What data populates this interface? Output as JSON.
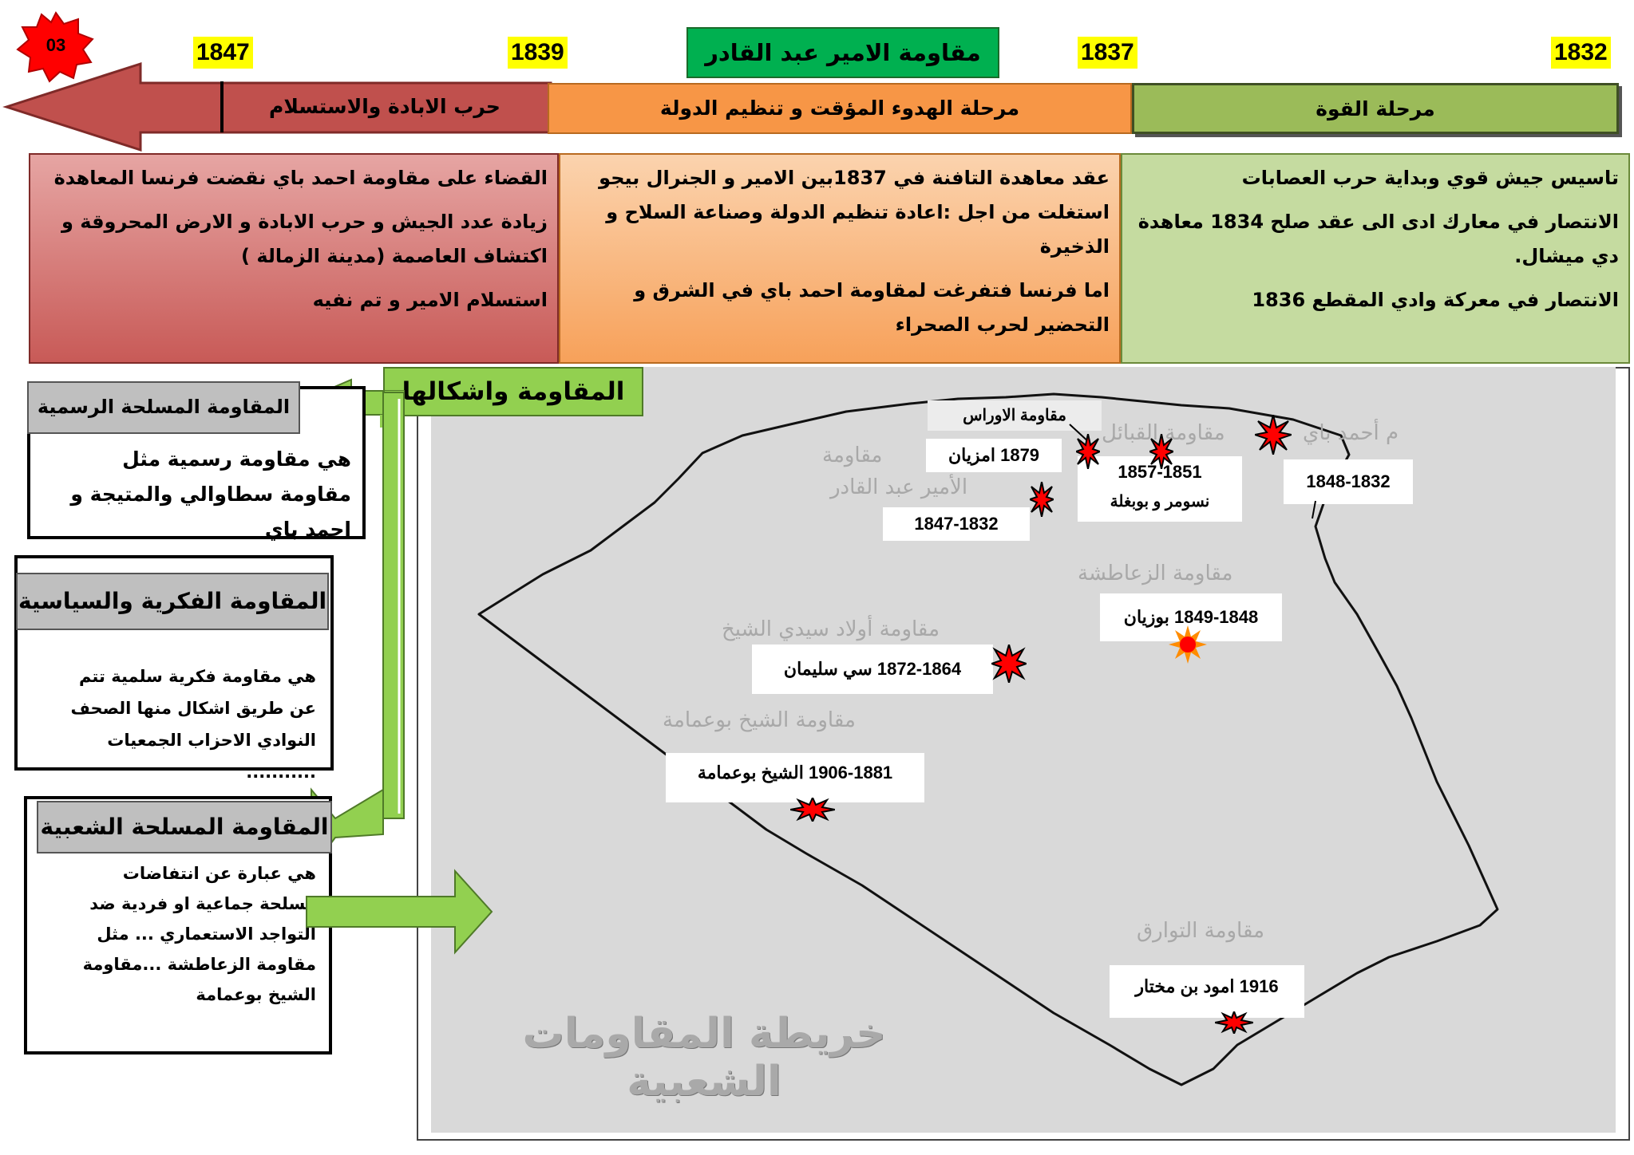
{
  "badge": "03",
  "title": "مقاومة الامير عبد القادر",
  "years": [
    "1832",
    "1837",
    "1839",
    "1847"
  ],
  "phases": [
    {
      "label": "مرحلة القوة",
      "color": "#9bbb59"
    },
    {
      "label": "مرحلة الهدوء المؤقت و تنظيم الدولة",
      "color": "#f79646"
    },
    {
      "label": "حرب الابادة والاستسلام",
      "color": "#c0504d"
    }
  ],
  "descriptions": {
    "strength": [
      "تاسيس جيش قوي وبداية حرب العصابات",
      "الانتصار في معارك ادى الى عقد صلح 1834 معاهدة دي ميشال.",
      "الانتصار في معركة وادي المقطع 1836"
    ],
    "calm": [
      "عقد معاهدة التافنة في 1837بين الامير و الجنرال بيجو استغلت من اجل :اعادة تنظيم الدولة وصناعة السلاح و الذخيرة",
      "اما فرنسا فتفرغت لمقاومة احمد باي في الشرق و التحضير لحرب الصحراء"
    ],
    "war": [
      "القضاء على مقاومة احمد باي نقضت فرنسا المعاهدة",
      "زيادة عدد الجيش و حرب الابادة و الارض المحروقة و اكتشاف العاصمة (مدينة الزمالة )",
      "استسلام الامير و تم نفيه"
    ]
  },
  "forms": {
    "header": "المقاومة واشكالها",
    "official": {
      "title": "المقاومة المسلحة الرسمية",
      "text": "هي مقاومة رسمية مثل مقاومة سطاوالي والمتيجة و احمد باي"
    },
    "intellectual": {
      "title": "المقاومة الفكرية والسياسية",
      "text": "هي مقاومة فكرية سلمية تتم عن طريق اشكال منها الصحف النوادي الاحزاب الجمعيات ..........."
    },
    "popular": {
      "title": "المقاومة المسلحة الشعبية",
      "text": "هي عبارة عن انتفاضات مسلحة جماعية او فردية ضد التواجد الاستعماري ... مثل مقاومة الزعاطشة ...مقاومة الشيخ بوعمامة"
    }
  },
  "map": {
    "title": "خريطة المقاومات الشعبية",
    "ghost_labels": [
      "مقاومة",
      "الأمير عبد القادر",
      "مقاومة القبائل",
      "م أحمد باي",
      "مقاومة الزعاطشة",
      "مقاومة أولاد سيدي الشيخ",
      "مقاومة الشيخ بوعمامة",
      "مقاومة التوارق"
    ],
    "aures_label": "مقاومة الاوراس",
    "labels": [
      "1879 امزيان",
      "1857-1851",
      "نسومر و بوبغلة",
      "1848-1832",
      "1847-1832",
      "1849-1848 بوزيان",
      "1872-1864 سي سليمان",
      "1906-1881 الشيخ بوعمامة",
      "1916 امود بن مختار"
    ],
    "colors": {
      "land": "#d9d9d9",
      "marker": "#ff0000",
      "marker_alt": "#ff8c00"
    }
  }
}
